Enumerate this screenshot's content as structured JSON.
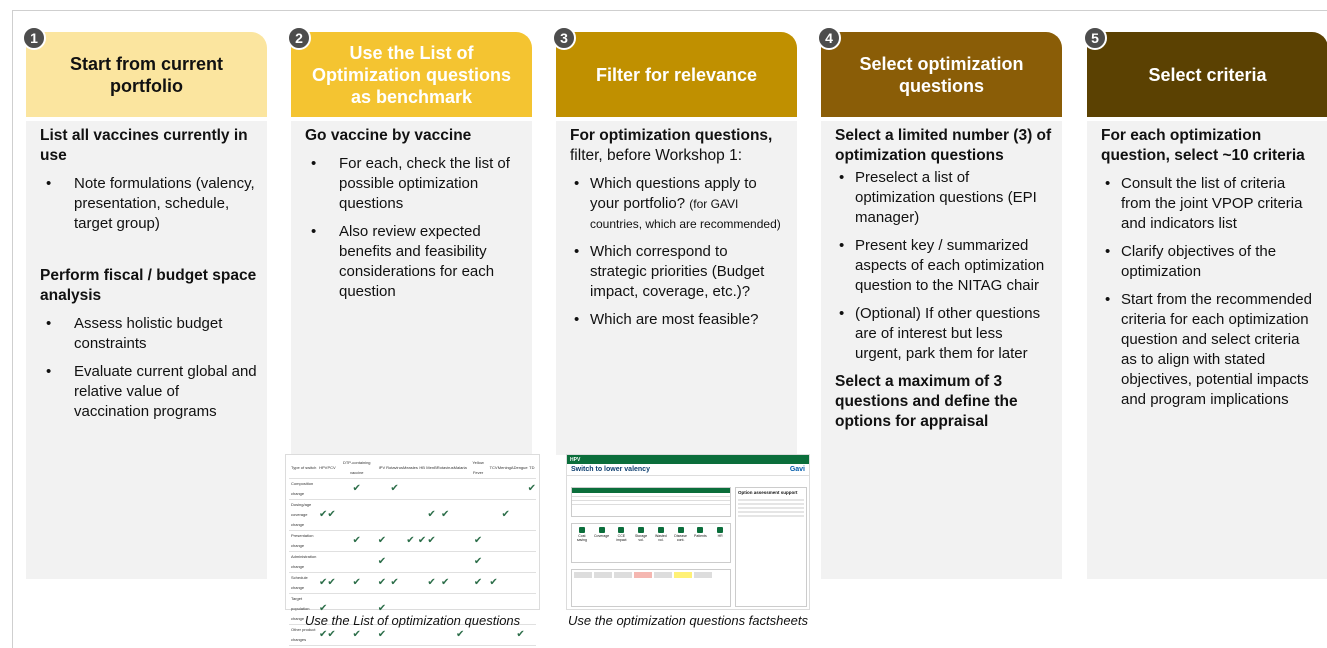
{
  "colors": {
    "step1": "#fbe59f",
    "step2": "#f4c431",
    "step3": "#c09000",
    "step4": "#8a5d07",
    "step5": "#5b4102",
    "badge": "#4d4d4d"
  },
  "steps": [
    {
      "num": "1",
      "title": "Start from current portfolio",
      "sections": [
        {
          "heading": "List all vaccines currently in use",
          "items": [
            "Note formulations (valency, presentation, schedule, target group)"
          ]
        },
        {
          "heading": "Perform fiscal / budget space analysis",
          "items": [
            "Assess holistic budget constraints",
            "Evaluate current global and relative value of vaccination programs"
          ]
        }
      ]
    },
    {
      "num": "2",
      "title": "Use the List of Optimization questions as benchmark",
      "heading": "Go vaccine by vaccine",
      "items": [
        "For each, check the list of possible optimization questions",
        "Also review expected benefits and feasibility considerations for each question"
      ],
      "caption": "Use the List of optimization questions"
    },
    {
      "num": "3",
      "title": "Filter for relevance",
      "heading_bold": "For optimization questions,",
      "heading_plain": "filter, before Workshop 1:",
      "items": [
        {
          "text": "Which questions apply to your portfolio?",
          "note": "(for GAVI countries, which are recommended)"
        },
        {
          "text": "Which correspond to strategic priorities (Budget impact, coverage, etc.)?",
          "note": ""
        },
        {
          "text": "Which are most feasible?",
          "note": ""
        }
      ],
      "caption": "Use the optimization questions factsheets"
    },
    {
      "num": "4",
      "title": "Select optimization questions",
      "heading": "Select a limited number  (3) of optimization questions",
      "items": [
        "Preselect a list of optimization questions (EPI manager)",
        "Present key / summarized aspects of each optimization question to the NITAG chair",
        "(Optional) If other questions are of interest but less urgent, park them for later"
      ],
      "footer": "Select a maximum of 3 questions and define the options for appraisal"
    },
    {
      "num": "5",
      "title": "Select criteria",
      "heading": "For each optimization question, select ~10 criteria",
      "items": [
        "Consult the list of criteria from the joint VPOP criteria and indicators list",
        "Clarify objectives of the optimization",
        "Start from the recommended criteria for each optimization question and select criteria as to align with stated objectives, potential impacts and program implications"
      ]
    }
  ],
  "thumb_list": {
    "row_header": "Type of switch",
    "columns": [
      "HPV",
      "PCV",
      "DTP-containing vaccine",
      "IPV",
      "Rotavirus",
      "Measles",
      "HB",
      "MenB",
      "Rotavirus",
      "Malaria",
      "Yellow Fever",
      "TCV",
      "MeningA",
      "Dengue",
      "TD"
    ],
    "rows": [
      {
        "label": "Composition change",
        "checks": [
          0,
          0,
          1,
          0,
          1,
          0,
          0,
          0,
          0,
          0,
          0,
          0,
          0,
          0,
          1
        ]
      },
      {
        "label": "Dosing/age coverage change",
        "checks": [
          1,
          1,
          0,
          0,
          0,
          0,
          0,
          1,
          1,
          0,
          0,
          0,
          1,
          0,
          0
        ]
      },
      {
        "label": "Presentation change",
        "checks": [
          0,
          0,
          1,
          1,
          0,
          1,
          1,
          1,
          0,
          0,
          1,
          0,
          0,
          0,
          0
        ]
      },
      {
        "label": "Administration change",
        "checks": [
          0,
          0,
          0,
          1,
          0,
          0,
          0,
          0,
          0,
          0,
          1,
          0,
          0,
          0,
          0
        ]
      },
      {
        "label": "Schedule change",
        "checks": [
          1,
          1,
          1,
          1,
          1,
          0,
          0,
          1,
          1,
          0,
          1,
          1,
          0,
          0,
          0
        ]
      },
      {
        "label": "Target population change",
        "checks": [
          1,
          0,
          0,
          1,
          0,
          0,
          0,
          0,
          0,
          0,
          0,
          0,
          0,
          0,
          0
        ]
      },
      {
        "label": "Other product changes",
        "checks": [
          1,
          1,
          1,
          1,
          0,
          0,
          0,
          0,
          0,
          1,
          0,
          0,
          0,
          1,
          0
        ]
      }
    ]
  },
  "thumb_factsheet": {
    "tab": "HPV",
    "title": "Switch to lower valency",
    "logo": "Gavi",
    "side_title": "Option assessment support",
    "icons": [
      "Cost saving",
      "Coverage",
      "CCE impact",
      "Storage vol.",
      "Wasted vol.",
      "Disease cont.",
      "Patients",
      "HR"
    ]
  }
}
